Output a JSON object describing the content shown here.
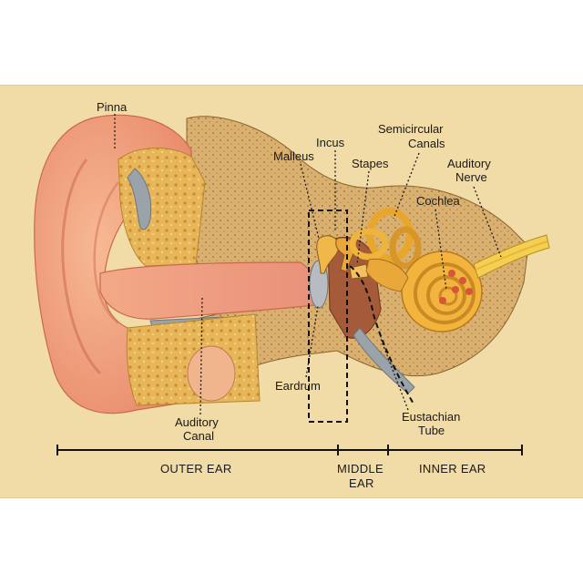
{
  "labels": {
    "pinna": "Pinna",
    "incus": "Incus",
    "malleus": "Malleus",
    "semicircular_line1": "Semicircular",
    "semicircular_line2": "Canals",
    "stapes": "Stapes",
    "auditory_nerve_line1": "Auditory",
    "auditory_nerve_line2": "Nerve",
    "cochlea": "Cochlea",
    "eardrum": "Eardrum",
    "auditory_canal_line1": "Auditory",
    "auditory_canal_line2": "Canal",
    "eustachian_line1": "Eustachian",
    "eustachian_line2": "Tube"
  },
  "sections": {
    "outer": "OUTER EAR",
    "middle_line1": "MIDDLE",
    "middle_line2": "EAR",
    "inner": "INNER EAR"
  },
  "colors": {
    "background": "#f1dba6",
    "skin": "#f0a27e",
    "bone": "#e2b24a",
    "cartilage": "#9fa6ad",
    "cochlea": "#f2b43c"
  }
}
